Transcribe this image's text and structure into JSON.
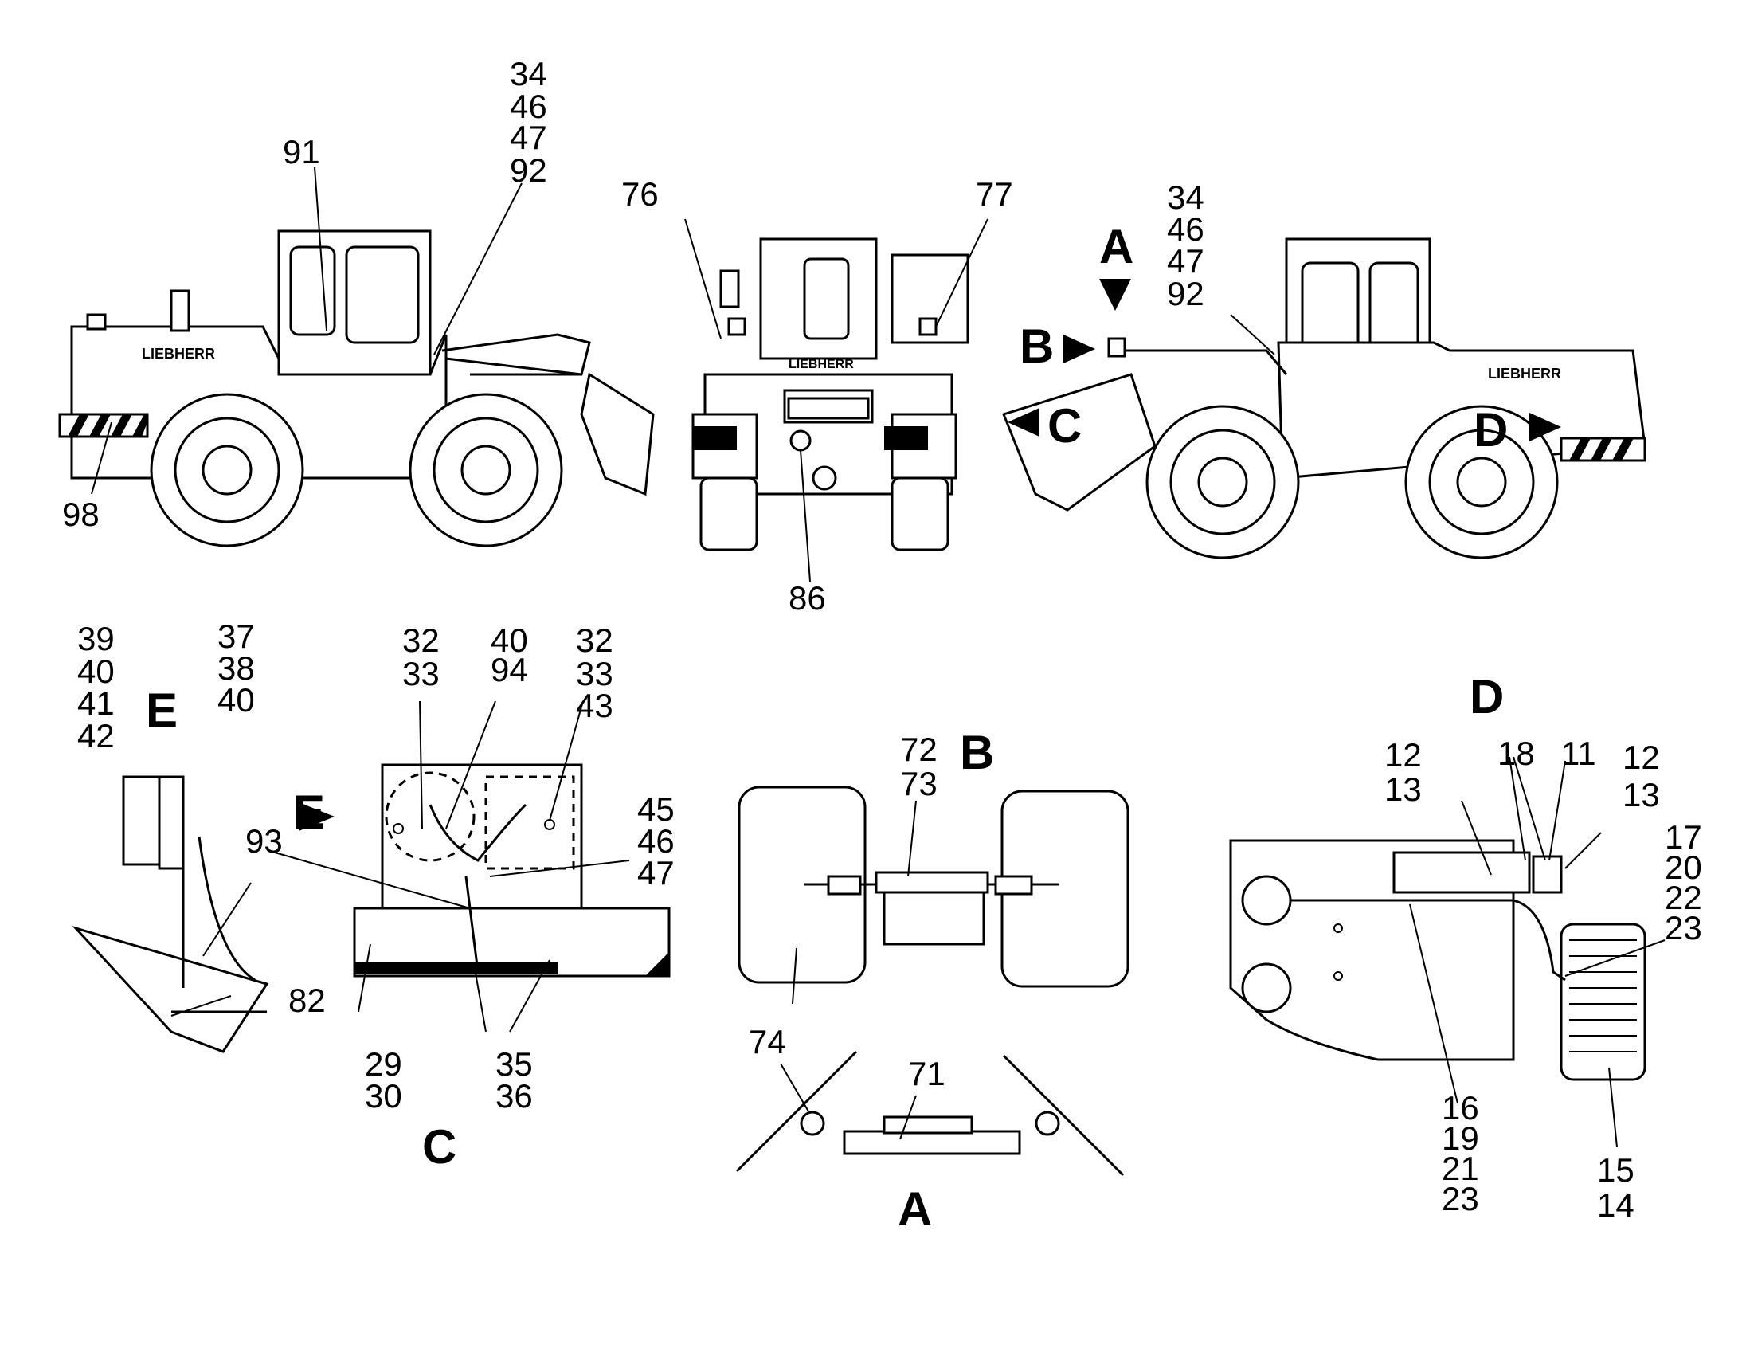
{
  "brand": "LIEBHERR",
  "view_letters": {
    "A_top": "A",
    "B_top": "B",
    "C_top": "C",
    "D_top": "D",
    "E_detail": "E",
    "E_arrow": "E",
    "C_title": "C",
    "B_title": "B",
    "A_title": "A",
    "D_title": "D"
  },
  "callouts": {
    "c98": "98",
    "c91": "91",
    "c34a": "34",
    "c46a": "46",
    "c47a": "47",
    "c92a": "92",
    "c76": "76",
    "c77": "77",
    "c86": "86",
    "c34b": "34",
    "c46b": "46",
    "c47b": "47",
    "c92b": "92",
    "e39": "39",
    "e40a": "40",
    "e41": "41",
    "e42": "42",
    "e37": "37",
    "e38": "38",
    "e40b": "40",
    "c32a": "32",
    "c33a": "33",
    "c40": "40",
    "c94": "94",
    "c32b": "32",
    "c33b": "33",
    "c43": "43",
    "c45": "45",
    "c46": "46",
    "c47": "47",
    "c93": "93",
    "c82": "82",
    "c29": "29",
    "c30": "30",
    "c35": "35",
    "c36": "36",
    "b72": "72",
    "b73": "73",
    "b74": "74",
    "a71": "71",
    "d12a": "12",
    "d13a": "13",
    "d18": "18",
    "d11": "11",
    "d12b": "12",
    "d13b": "13",
    "d17": "17",
    "d20": "20",
    "d22": "22",
    "d23a": "23",
    "d16": "16",
    "d19": "19",
    "d21": "21",
    "d23b": "23",
    "d15": "15",
    "d14": "14"
  }
}
